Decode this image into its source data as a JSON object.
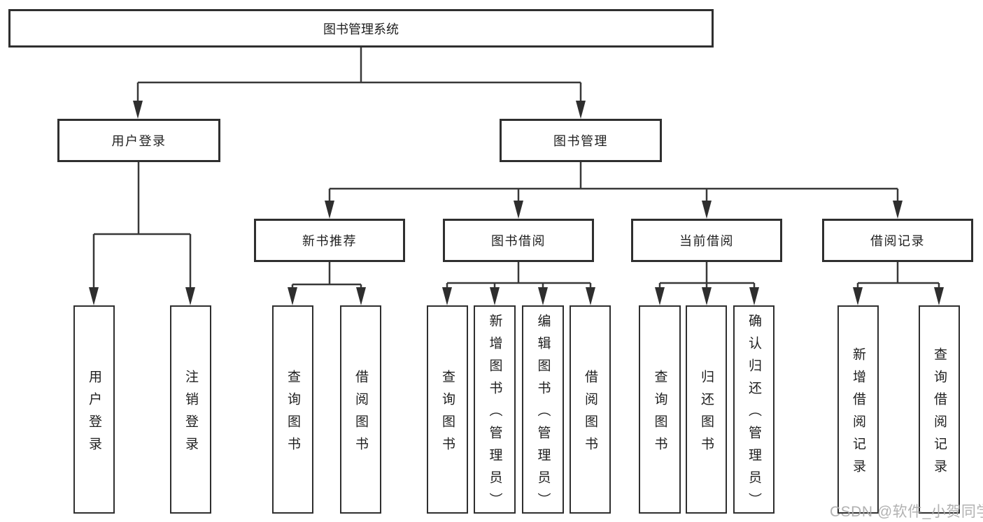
{
  "nodes": {
    "root": {
      "label": "图书管理系统"
    },
    "level2": {
      "user_login": {
        "label": "用户登录"
      },
      "book_mgmt": {
        "label": "图书管理"
      }
    },
    "level3": {
      "new_book_rec": {
        "label": "新书推荐"
      },
      "book_borrow": {
        "label": "图书借阅"
      },
      "current_borrow": {
        "label": "当前借阅"
      },
      "borrow_record": {
        "label": "借阅记录"
      }
    },
    "leaves": {
      "user_login": {
        "label": "用户登录"
      },
      "logout": {
        "label": "注销登录"
      },
      "rec_query_book": {
        "label": "查询图书"
      },
      "rec_borrow_book": {
        "label": "借阅图书"
      },
      "bb_query_book": {
        "label": "查询图书"
      },
      "bb_add_book": {
        "label": "新增图书（管理员）"
      },
      "bb_edit_book": {
        "label": "编辑图书（管理员）"
      },
      "bb_borrow_book": {
        "label": "借阅图书"
      },
      "cb_query_book": {
        "label": "查询图书"
      },
      "cb_return_book": {
        "label": "归还图书"
      },
      "cb_confirm_return": {
        "label": "确认归还（管理员）"
      },
      "br_add_record": {
        "label": "新增借阅记录"
      },
      "br_query_record": {
        "label": "查询借阅记录"
      }
    }
  },
  "watermark": {
    "text": "CSDN @软件_小贺同学"
  },
  "colors": {
    "background": "#ffffff",
    "line": "#383838",
    "arrow_fill": "#2e2e2e",
    "box_border": "#2f2f2f",
    "text": "#1f1f1f",
    "watermark": "#a8a8a8"
  }
}
